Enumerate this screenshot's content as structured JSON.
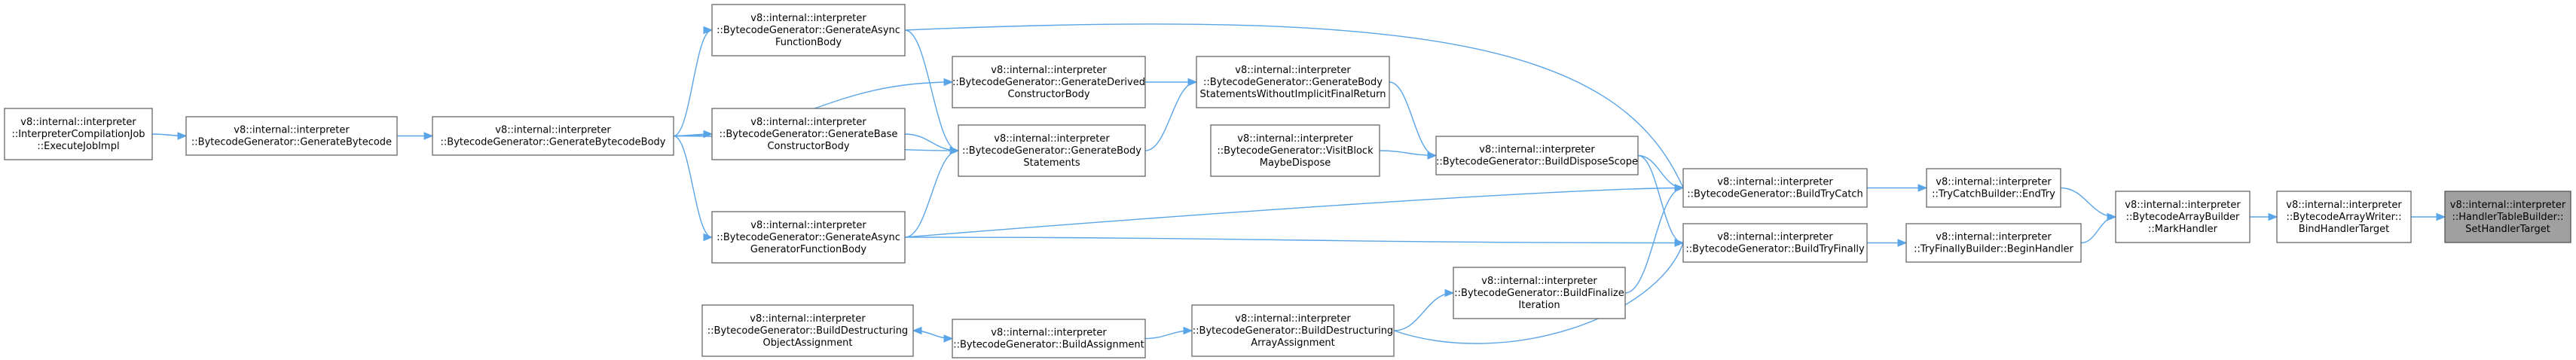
{
  "nodes": [
    {
      "id": "n0",
      "lines": [
        "v8::internal::interpreter",
        "::HandlerTableBuilder::",
        "SetHandlerTarget"
      ],
      "highlight": true
    },
    {
      "id": "n1",
      "lines": [
        "v8::internal::interpreter",
        "::BytecodeArrayWriter::",
        "BindHandlerTarget"
      ]
    },
    {
      "id": "n2",
      "lines": [
        "v8::internal::interpreter",
        "::BytecodeArrayBuilder",
        "::MarkHandler"
      ]
    },
    {
      "id": "n3",
      "lines": [
        "v8::internal::interpreter",
        "::TryCatchBuilder::EndTry"
      ]
    },
    {
      "id": "n4",
      "lines": [
        "v8::internal::interpreter",
        "::TryFinallyBuilder::BeginHandler"
      ]
    },
    {
      "id": "n5",
      "lines": [
        "v8::internal::interpreter",
        "::BytecodeGenerator::BuildTryCatch"
      ]
    },
    {
      "id": "n6",
      "lines": [
        "v8::internal::interpreter",
        "::BytecodeGenerator::BuildTryFinally"
      ]
    },
    {
      "id": "n7",
      "lines": [
        "v8::internal::interpreter",
        "::BytecodeGenerator::BuildDisposeScope"
      ]
    },
    {
      "id": "n8",
      "lines": [
        "v8::internal::interpreter",
        "::BytecodeGenerator::BuildFinalize",
        "Iteration"
      ]
    },
    {
      "id": "n9",
      "lines": [
        "v8::internal::interpreter",
        "::BytecodeGenerator::GenerateBody",
        "StatementsWithoutImplicitFinalReturn"
      ]
    },
    {
      "id": "n10",
      "lines": [
        "v8::internal::interpreter",
        "::BytecodeGenerator::VisitBlock",
        "MaybeDispose"
      ]
    },
    {
      "id": "n11",
      "lines": [
        "v8::internal::interpreter",
        "::BytecodeGenerator::BuildDestructuring",
        "ArrayAssignment"
      ]
    },
    {
      "id": "n12",
      "lines": [
        "v8::internal::interpreter",
        "::BytecodeGenerator::GenerateAsync",
        "FunctionBody"
      ]
    },
    {
      "id": "n13",
      "lines": [
        "v8::internal::interpreter",
        "::BytecodeGenerator::GenerateDerived",
        "ConstructorBody"
      ]
    },
    {
      "id": "n14",
      "lines": [
        "v8::internal::interpreter",
        "::BytecodeGenerator::GenerateBody",
        "Statements"
      ]
    },
    {
      "id": "n15",
      "lines": [
        "v8::internal::interpreter",
        "::BytecodeGenerator::GenerateBase",
        "ConstructorBody"
      ]
    },
    {
      "id": "n16",
      "lines": [
        "v8::internal::interpreter",
        "::BytecodeGenerator::GenerateAsync",
        "GeneratorFunctionBody"
      ]
    },
    {
      "id": "n17",
      "lines": [
        "v8::internal::interpreter",
        "::BytecodeGenerator::BuildAssignment"
      ]
    },
    {
      "id": "n18",
      "lines": [
        "v8::internal::interpreter",
        "::BytecodeGenerator::BuildDestructuring",
        "ObjectAssignment"
      ]
    },
    {
      "id": "n19",
      "lines": [
        "v8::internal::interpreter",
        "::BytecodeGenerator::GenerateBytecodeBody"
      ]
    },
    {
      "id": "n20",
      "lines": [
        "v8::internal::interpreter",
        "::BytecodeGenerator::GenerateBytecode"
      ]
    },
    {
      "id": "n21",
      "lines": [
        "v8::internal::interpreter",
        "::InterpreterCompilationJob",
        "::ExecuteJobImpl"
      ]
    }
  ],
  "edges": [
    {
      "from": "n1",
      "to": "n0"
    },
    {
      "from": "n2",
      "to": "n1"
    },
    {
      "from": "n3",
      "to": "n2"
    },
    {
      "from": "n4",
      "to": "n2"
    },
    {
      "from": "n5",
      "to": "n3"
    },
    {
      "from": "n6",
      "to": "n4"
    },
    {
      "from": "n7",
      "to": "n5"
    },
    {
      "from": "n7",
      "to": "n6"
    },
    {
      "from": "n8",
      "to": "n5"
    },
    {
      "from": "n9",
      "to": "n7"
    },
    {
      "from": "n10",
      "to": "n7"
    },
    {
      "from": "n11",
      "to": "n8"
    },
    {
      "from": "n11",
      "to": "n6"
    },
    {
      "from": "n12",
      "to": "n5"
    },
    {
      "from": "n14",
      "to": "n9"
    },
    {
      "from": "n12",
      "to": "n14"
    },
    {
      "from": "n13",
      "to": "n9"
    },
    {
      "from": "n15",
      "to": "n14"
    },
    {
      "from": "n16",
      "to": "n14"
    },
    {
      "from": "n16",
      "to": "n5"
    },
    {
      "from": "n16",
      "to": "n6"
    },
    {
      "from": "n17",
      "to": "n11"
    },
    {
      "from": "n18",
      "to": "n17"
    },
    {
      "from": "n17",
      "to": "n18"
    },
    {
      "from": "n19",
      "to": "n12"
    },
    {
      "from": "n19",
      "to": "n13"
    },
    {
      "from": "n19",
      "to": "n14"
    },
    {
      "from": "n19",
      "to": "n15"
    },
    {
      "from": "n19",
      "to": "n16"
    },
    {
      "from": "n20",
      "to": "n19"
    },
    {
      "from": "n21",
      "to": "n20"
    }
  ],
  "colors": {
    "edge": "#5aa5e8",
    "node_border": "#666666",
    "highlight_fill": "#a0a0a0"
  }
}
